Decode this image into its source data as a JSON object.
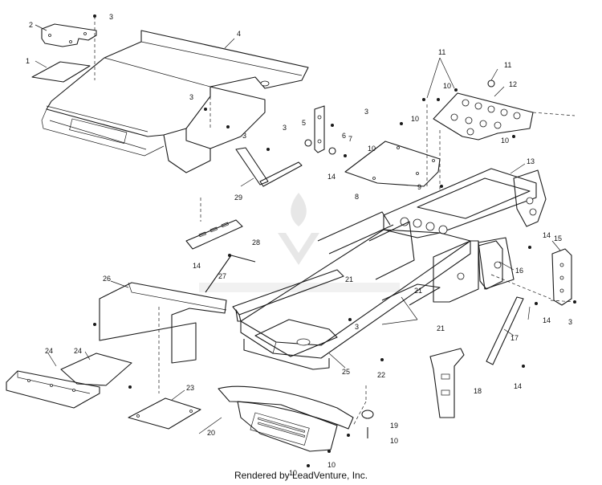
{
  "diagram": {
    "callouts": [
      "1",
      "2",
      "3",
      "4",
      "3",
      "3",
      "3",
      "5",
      "6",
      "7",
      "3",
      "29",
      "28",
      "10",
      "10",
      "8",
      "14",
      "9",
      "11",
      "10",
      "11",
      "12",
      "10",
      "13",
      "14",
      "15",
      "16",
      "14",
      "3",
      "17",
      "14",
      "18",
      "14",
      "27",
      "21",
      "26",
      "21",
      "3",
      "21",
      "22",
      "25",
      "24",
      "24",
      "23",
      "20",
      "19",
      "10",
      "10"
    ],
    "credit": "Rendered by LeadVenture, Inc."
  }
}
